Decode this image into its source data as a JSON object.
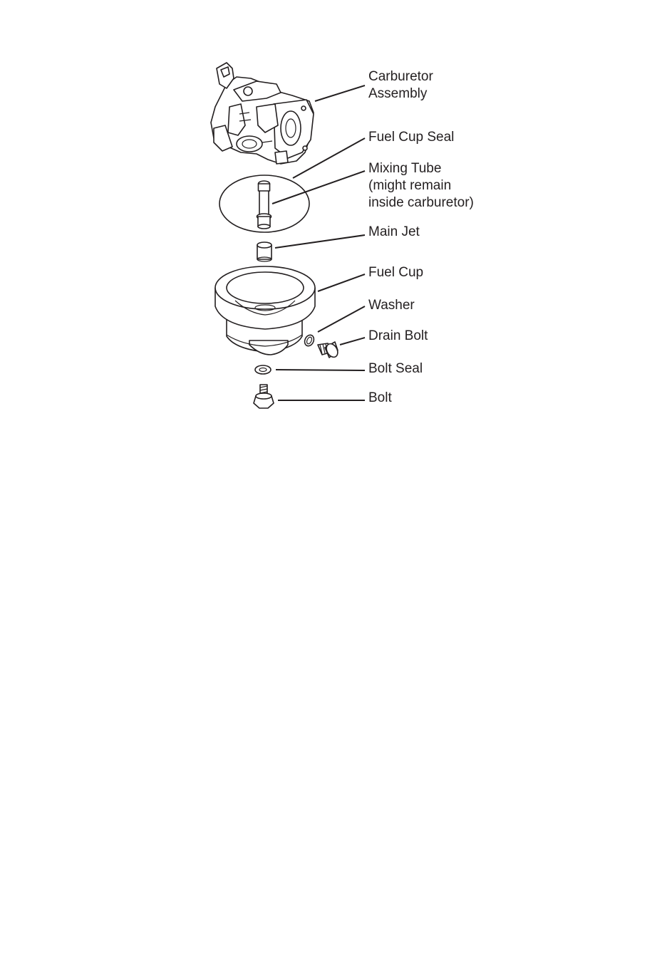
{
  "labels": {
    "carburetor_assembly": "Carburetor\nAssembly",
    "fuel_cup_seal": "Fuel Cup Seal",
    "mixing_tube": "Mixing Tube\n(might remain\ninside carburetor)",
    "main_jet": "Main Jet",
    "fuel_cup": "Fuel Cup",
    "washer": "Washer",
    "drain_bolt": "Drain Bolt",
    "bolt_seal": "Bolt Seal",
    "bolt": "Bolt"
  },
  "colors": {
    "ink": "#231f20",
    "background": "#ffffff"
  }
}
